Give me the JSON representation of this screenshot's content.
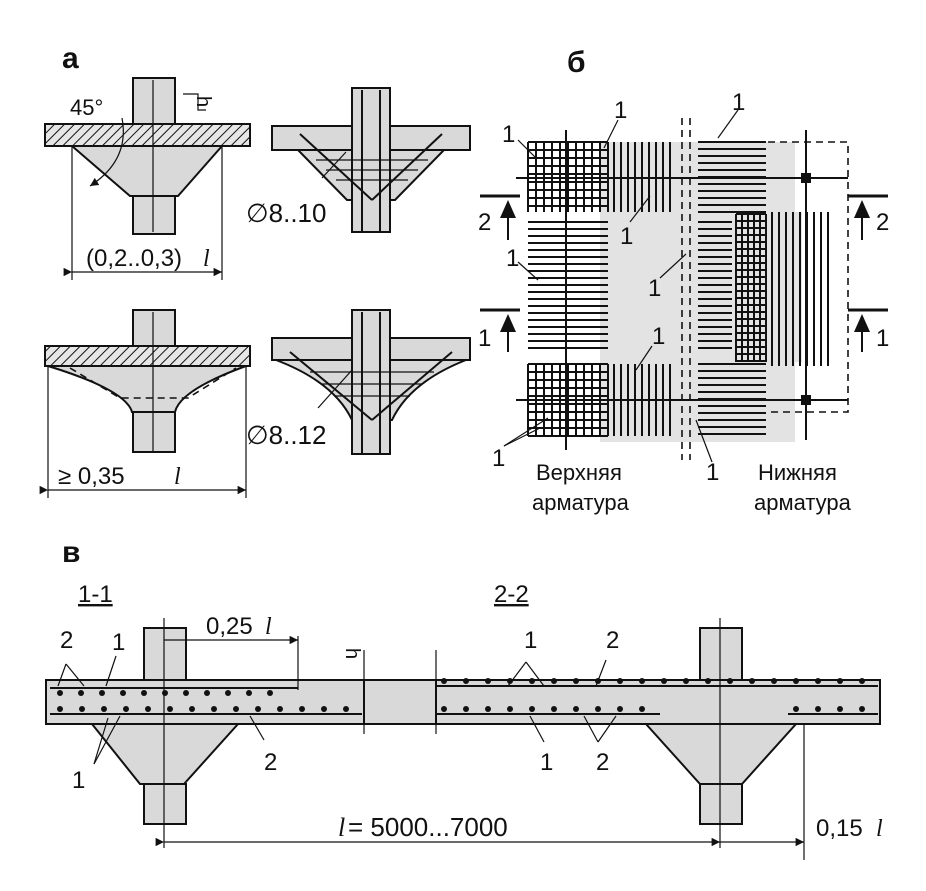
{
  "panels": {
    "a": "а",
    "b": "б",
    "v": "в"
  },
  "panel_a": {
    "angle": "45°",
    "h_mark": "h",
    "width_top": "(0,2..0,3)",
    "width_bottom": "≥ 0,35",
    "span_symbol": "l",
    "dia_top": "∅8..10",
    "dia_bottom": "∅8..12"
  },
  "panel_b": {
    "upper_caption": [
      "Верхняя",
      "арматура"
    ],
    "lower_caption": [
      "Нижняя",
      "арматура"
    ],
    "mark_1": "1",
    "section_2": "2",
    "section_1": "1"
  },
  "panel_v": {
    "section_11": "1-1",
    "section_22": "2-2",
    "dim_025": "0,25",
    "dim_015": "0,15",
    "span_symbol": "l",
    "span_value": " = 5000...7000",
    "h_mark": "h",
    "mark_1": "1",
    "mark_2": "2"
  }
}
